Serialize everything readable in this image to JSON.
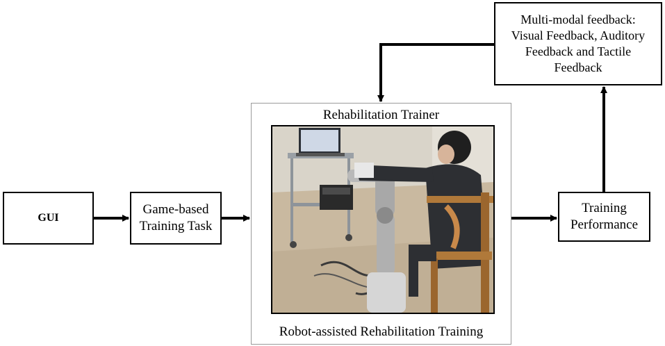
{
  "nodes": {
    "gui": "GUI",
    "task_line1": "Game-based",
    "task_line2": "Training Task",
    "trainer_title": "Rehabilitation Trainer",
    "trainer_caption": "Robot-assisted Rehabilitation Training",
    "performance_line1": "Training",
    "performance_line2": "Performance",
    "feedback_line1": "Multi-modal feedback:",
    "feedback_line2": "Visual Feedback, Auditory",
    "feedback_line3": "Feedback and Tactile",
    "feedback_line4": "Feedback"
  },
  "photo": {
    "subject": "person seated in a wooden chair with arm on a robotic rehabilitation arm, laptop on a cart"
  },
  "colors": {
    "line": "#000000",
    "frame": "#9a9a9a"
  }
}
